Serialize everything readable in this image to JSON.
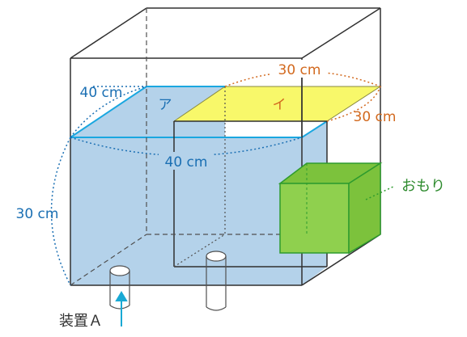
{
  "labels": {
    "top_length_40": "40 cm",
    "front_length_40": "40 cm",
    "height_30": "30 cm",
    "back_length_30": "30 cm",
    "right_depth_30": "30 cm",
    "region_a": "ア",
    "region_i": "イ",
    "weight": "おもり",
    "device": "装置Ａ"
  },
  "colors": {
    "water": "#b4d2ea",
    "surface_outline": "#1aa7e0",
    "region_i_fill": "#f8f86a",
    "weight_front": "#8fd04e",
    "weight_side": "#7cc23c",
    "weight_outline": "#2e9b2e",
    "orange_label": "#d2691e",
    "green_label": "#2e8b2e",
    "blue_label": "#1a6fb3",
    "tank_outline": "#303030",
    "arrow": "#19a9d4"
  }
}
